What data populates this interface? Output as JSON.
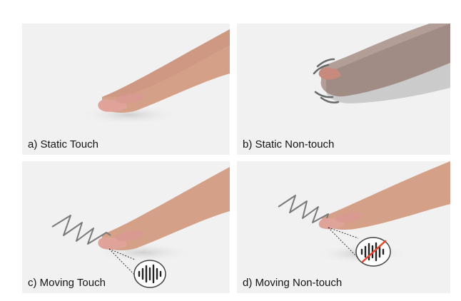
{
  "panels": [
    {
      "caption": "a) Static Touch"
    },
    {
      "caption": "b) Static Non-touch"
    },
    {
      "caption": "c) Moving Touch"
    },
    {
      "caption": "d) Moving Non-touch"
    }
  ],
  "colors": {
    "background": "#f1f1f1",
    "skin": "#d9a58c",
    "fingertip": "#e0a39a",
    "nail": "#d89894",
    "trajectory_stroke": "#7a7a7a",
    "no_signal_slash": "#e8452c"
  },
  "icons": [
    "motion-arcs-icon",
    "zigzag-trajectory-icon",
    "vibration-signal-icon",
    "no-vibration-signal-icon"
  ]
}
